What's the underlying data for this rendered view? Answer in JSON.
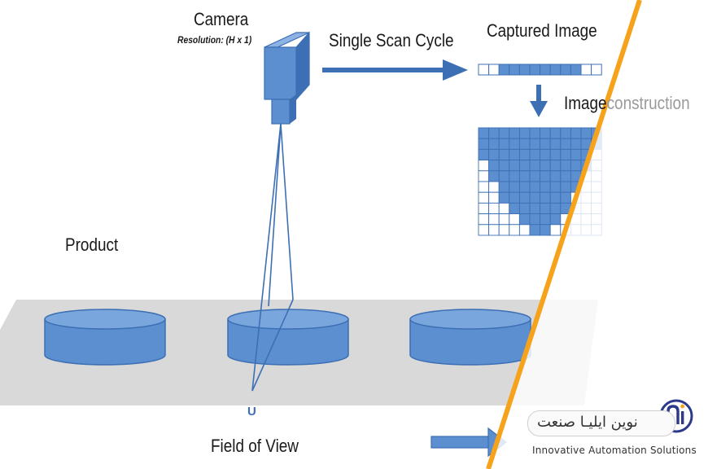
{
  "labels": {
    "camera_title": "Camera",
    "camera_resolution": "Resolution: (H x 1)",
    "scan_cycle": "Single Scan Cycle",
    "captured_image": "Captured Image",
    "image_reconstruction_visible": "Image",
    "image_reconstruction_faded": "construction",
    "product": "Product",
    "field_of_view": "Field of View",
    "fov_marker": "U"
  },
  "logo": {
    "persian_name": "نوین ایلیـا صنعت",
    "tagline": "Innovative Automation Solutions"
  },
  "colors": {
    "blue_fill": "#5b8fd0",
    "blue_dark": "#3c6fb4",
    "orange_slash": "#f6a21a",
    "conveyor_gray": "#d9d9d9"
  },
  "grid": {
    "cols": 12,
    "rows": 10
  }
}
